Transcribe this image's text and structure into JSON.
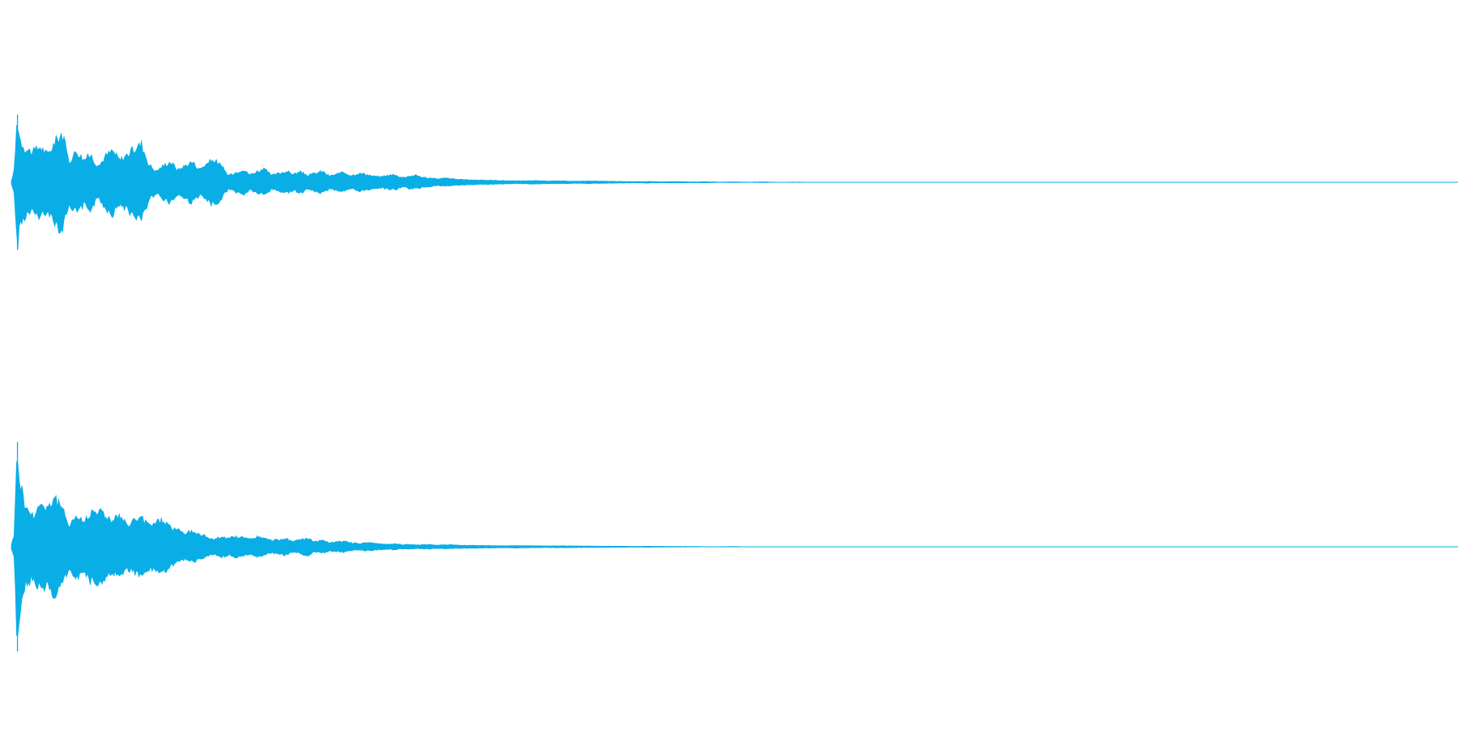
{
  "waveform": {
    "channel_count": 2,
    "colors": {
      "waveform": "#0aaee6",
      "background": "#ffffff"
    },
    "channels": [
      {
        "name": "channel-1",
        "envelope": [
          [
            0.0,
            0.02
          ],
          [
            0.002,
            0.18
          ],
          [
            0.004,
            0.95
          ],
          [
            0.006,
            0.62
          ],
          [
            0.01,
            0.48
          ],
          [
            0.015,
            0.44
          ],
          [
            0.02,
            0.52
          ],
          [
            0.025,
            0.4
          ],
          [
            0.03,
            0.58
          ],
          [
            0.035,
            0.72
          ],
          [
            0.04,
            0.3
          ],
          [
            0.045,
            0.46
          ],
          [
            0.05,
            0.33
          ],
          [
            0.055,
            0.4
          ],
          [
            0.06,
            0.22
          ],
          [
            0.065,
            0.38
          ],
          [
            0.07,
            0.46
          ],
          [
            0.075,
            0.32
          ],
          [
            0.08,
            0.4
          ],
          [
            0.085,
            0.48
          ],
          [
            0.09,
            0.56
          ],
          [
            0.095,
            0.26
          ],
          [
            0.1,
            0.16
          ],
          [
            0.105,
            0.24
          ],
          [
            0.11,
            0.3
          ],
          [
            0.115,
            0.18
          ],
          [
            0.12,
            0.24
          ],
          [
            0.125,
            0.3
          ],
          [
            0.13,
            0.19
          ],
          [
            0.135,
            0.27
          ],
          [
            0.14,
            0.33
          ],
          [
            0.145,
            0.24
          ],
          [
            0.15,
            0.1
          ],
          [
            0.155,
            0.14
          ],
          [
            0.16,
            0.19
          ],
          [
            0.165,
            0.11
          ],
          [
            0.17,
            0.16
          ],
          [
            0.175,
            0.19
          ],
          [
            0.18,
            0.1
          ],
          [
            0.185,
            0.13
          ],
          [
            0.19,
            0.16
          ],
          [
            0.195,
            0.12
          ],
          [
            0.2,
            0.15
          ],
          [
            0.205,
            0.1
          ],
          [
            0.21,
            0.13
          ],
          [
            0.215,
            0.16
          ],
          [
            0.22,
            0.09
          ],
          [
            0.225,
            0.12
          ],
          [
            0.23,
            0.14
          ],
          [
            0.235,
            0.1
          ],
          [
            0.24,
            0.13
          ],
          [
            0.245,
            0.12
          ],
          [
            0.25,
            0.09
          ],
          [
            0.255,
            0.08
          ],
          [
            0.26,
            0.1
          ],
          [
            0.265,
            0.11
          ],
          [
            0.27,
            0.07
          ],
          [
            0.275,
            0.09
          ],
          [
            0.28,
            0.1
          ],
          [
            0.285,
            0.07
          ],
          [
            0.29,
            0.06
          ],
          [
            0.295,
            0.05
          ],
          [
            0.3,
            0.06
          ],
          [
            0.31,
            0.04
          ],
          [
            0.32,
            0.035
          ],
          [
            0.33,
            0.03
          ],
          [
            0.34,
            0.025
          ],
          [
            0.35,
            0.02
          ],
          [
            0.36,
            0.025
          ],
          [
            0.37,
            0.02
          ],
          [
            0.38,
            0.02
          ],
          [
            0.39,
            0.015
          ],
          [
            0.4,
            0.02
          ],
          [
            0.41,
            0.015
          ],
          [
            0.42,
            0.012
          ],
          [
            0.43,
            0.01
          ],
          [
            0.44,
            0.012
          ],
          [
            0.45,
            0.008
          ],
          [
            0.46,
            0.01
          ],
          [
            0.47,
            0.006
          ],
          [
            0.48,
            0.008
          ],
          [
            0.49,
            0.004
          ],
          [
            0.5,
            0.006
          ],
          [
            0.51,
            0.003
          ],
          [
            0.52,
            0.006
          ],
          [
            0.53,
            0.002
          ],
          [
            0.54,
            0.003
          ],
          [
            0.545,
            0.004
          ],
          [
            0.55,
            0.0
          ],
          [
            1.0,
            0.0
          ]
        ]
      },
      {
        "name": "channel-2",
        "envelope": [
          [
            0.0,
            0.02
          ],
          [
            0.002,
            0.12
          ],
          [
            0.004,
            0.98
          ],
          [
            0.006,
            0.62
          ],
          [
            0.01,
            0.38
          ],
          [
            0.015,
            0.3
          ],
          [
            0.02,
            0.42
          ],
          [
            0.025,
            0.38
          ],
          [
            0.03,
            0.48
          ],
          [
            0.035,
            0.36
          ],
          [
            0.04,
            0.22
          ],
          [
            0.045,
            0.3
          ],
          [
            0.05,
            0.24
          ],
          [
            0.055,
            0.34
          ],
          [
            0.06,
            0.36
          ],
          [
            0.065,
            0.3
          ],
          [
            0.07,
            0.26
          ],
          [
            0.075,
            0.3
          ],
          [
            0.08,
            0.2
          ],
          [
            0.085,
            0.26
          ],
          [
            0.09,
            0.27
          ],
          [
            0.095,
            0.21
          ],
          [
            0.1,
            0.24
          ],
          [
            0.105,
            0.26
          ],
          [
            0.11,
            0.19
          ],
          [
            0.115,
            0.16
          ],
          [
            0.12,
            0.13
          ],
          [
            0.125,
            0.15
          ],
          [
            0.13,
            0.12
          ],
          [
            0.135,
            0.1
          ],
          [
            0.14,
            0.07
          ],
          [
            0.145,
            0.1
          ],
          [
            0.15,
            0.08
          ],
          [
            0.155,
            0.1
          ],
          [
            0.16,
            0.09
          ],
          [
            0.165,
            0.07
          ],
          [
            0.17,
            0.1
          ],
          [
            0.175,
            0.08
          ],
          [
            0.18,
            0.06
          ],
          [
            0.185,
            0.07
          ],
          [
            0.19,
            0.08
          ],
          [
            0.195,
            0.05
          ],
          [
            0.2,
            0.07
          ],
          [
            0.205,
            0.08
          ],
          [
            0.21,
            0.05
          ],
          [
            0.215,
            0.06
          ],
          [
            0.22,
            0.04
          ],
          [
            0.225,
            0.05
          ],
          [
            0.23,
            0.05
          ],
          [
            0.235,
            0.04
          ],
          [
            0.24,
            0.03
          ],
          [
            0.245,
            0.04
          ],
          [
            0.25,
            0.035
          ],
          [
            0.255,
            0.03
          ],
          [
            0.26,
            0.025
          ],
          [
            0.265,
            0.03
          ],
          [
            0.27,
            0.02
          ],
          [
            0.275,
            0.022
          ],
          [
            0.28,
            0.018
          ],
          [
            0.285,
            0.02
          ],
          [
            0.29,
            0.022
          ],
          [
            0.295,
            0.016
          ],
          [
            0.3,
            0.02
          ],
          [
            0.31,
            0.015
          ],
          [
            0.32,
            0.014
          ],
          [
            0.33,
            0.012
          ],
          [
            0.34,
            0.01
          ],
          [
            0.35,
            0.012
          ],
          [
            0.36,
            0.01
          ],
          [
            0.37,
            0.008
          ],
          [
            0.38,
            0.01
          ],
          [
            0.39,
            0.008
          ],
          [
            0.4,
            0.007
          ],
          [
            0.41,
            0.006
          ],
          [
            0.42,
            0.006
          ],
          [
            0.43,
            0.004
          ],
          [
            0.44,
            0.005
          ],
          [
            0.45,
            0.004
          ],
          [
            0.46,
            0.003
          ],
          [
            0.47,
            0.003
          ],
          [
            0.48,
            0.002
          ],
          [
            0.49,
            0.002
          ],
          [
            0.5,
            0.003
          ],
          [
            0.51,
            0.0
          ],
          [
            1.0,
            0.0
          ]
        ]
      }
    ]
  }
}
